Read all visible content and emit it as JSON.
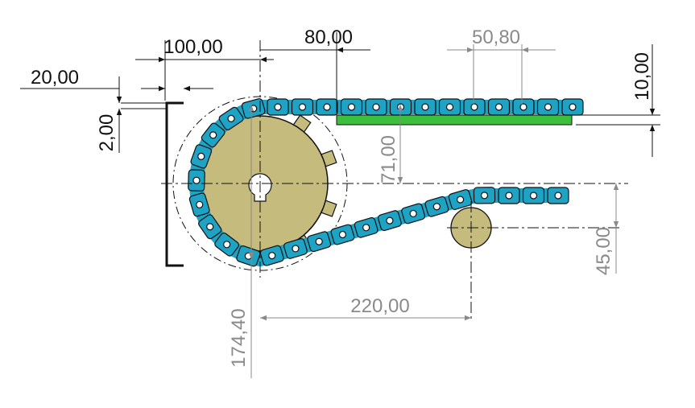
{
  "colors": {
    "chain": "#1fa3c4",
    "sprocket": "#c4bb7c",
    "rail": "#3cbf3c",
    "dim_black": "#111111",
    "dim_gray": "#8a8a8a"
  },
  "dimensions": {
    "d100": "100,00",
    "d80": "80,00",
    "d50": "50,80",
    "d10": "10,00",
    "d20": "20,00",
    "d2": "2,00",
    "d71": "71,00",
    "d45": "45,00",
    "d220": "220,00",
    "d174": "174,40"
  }
}
